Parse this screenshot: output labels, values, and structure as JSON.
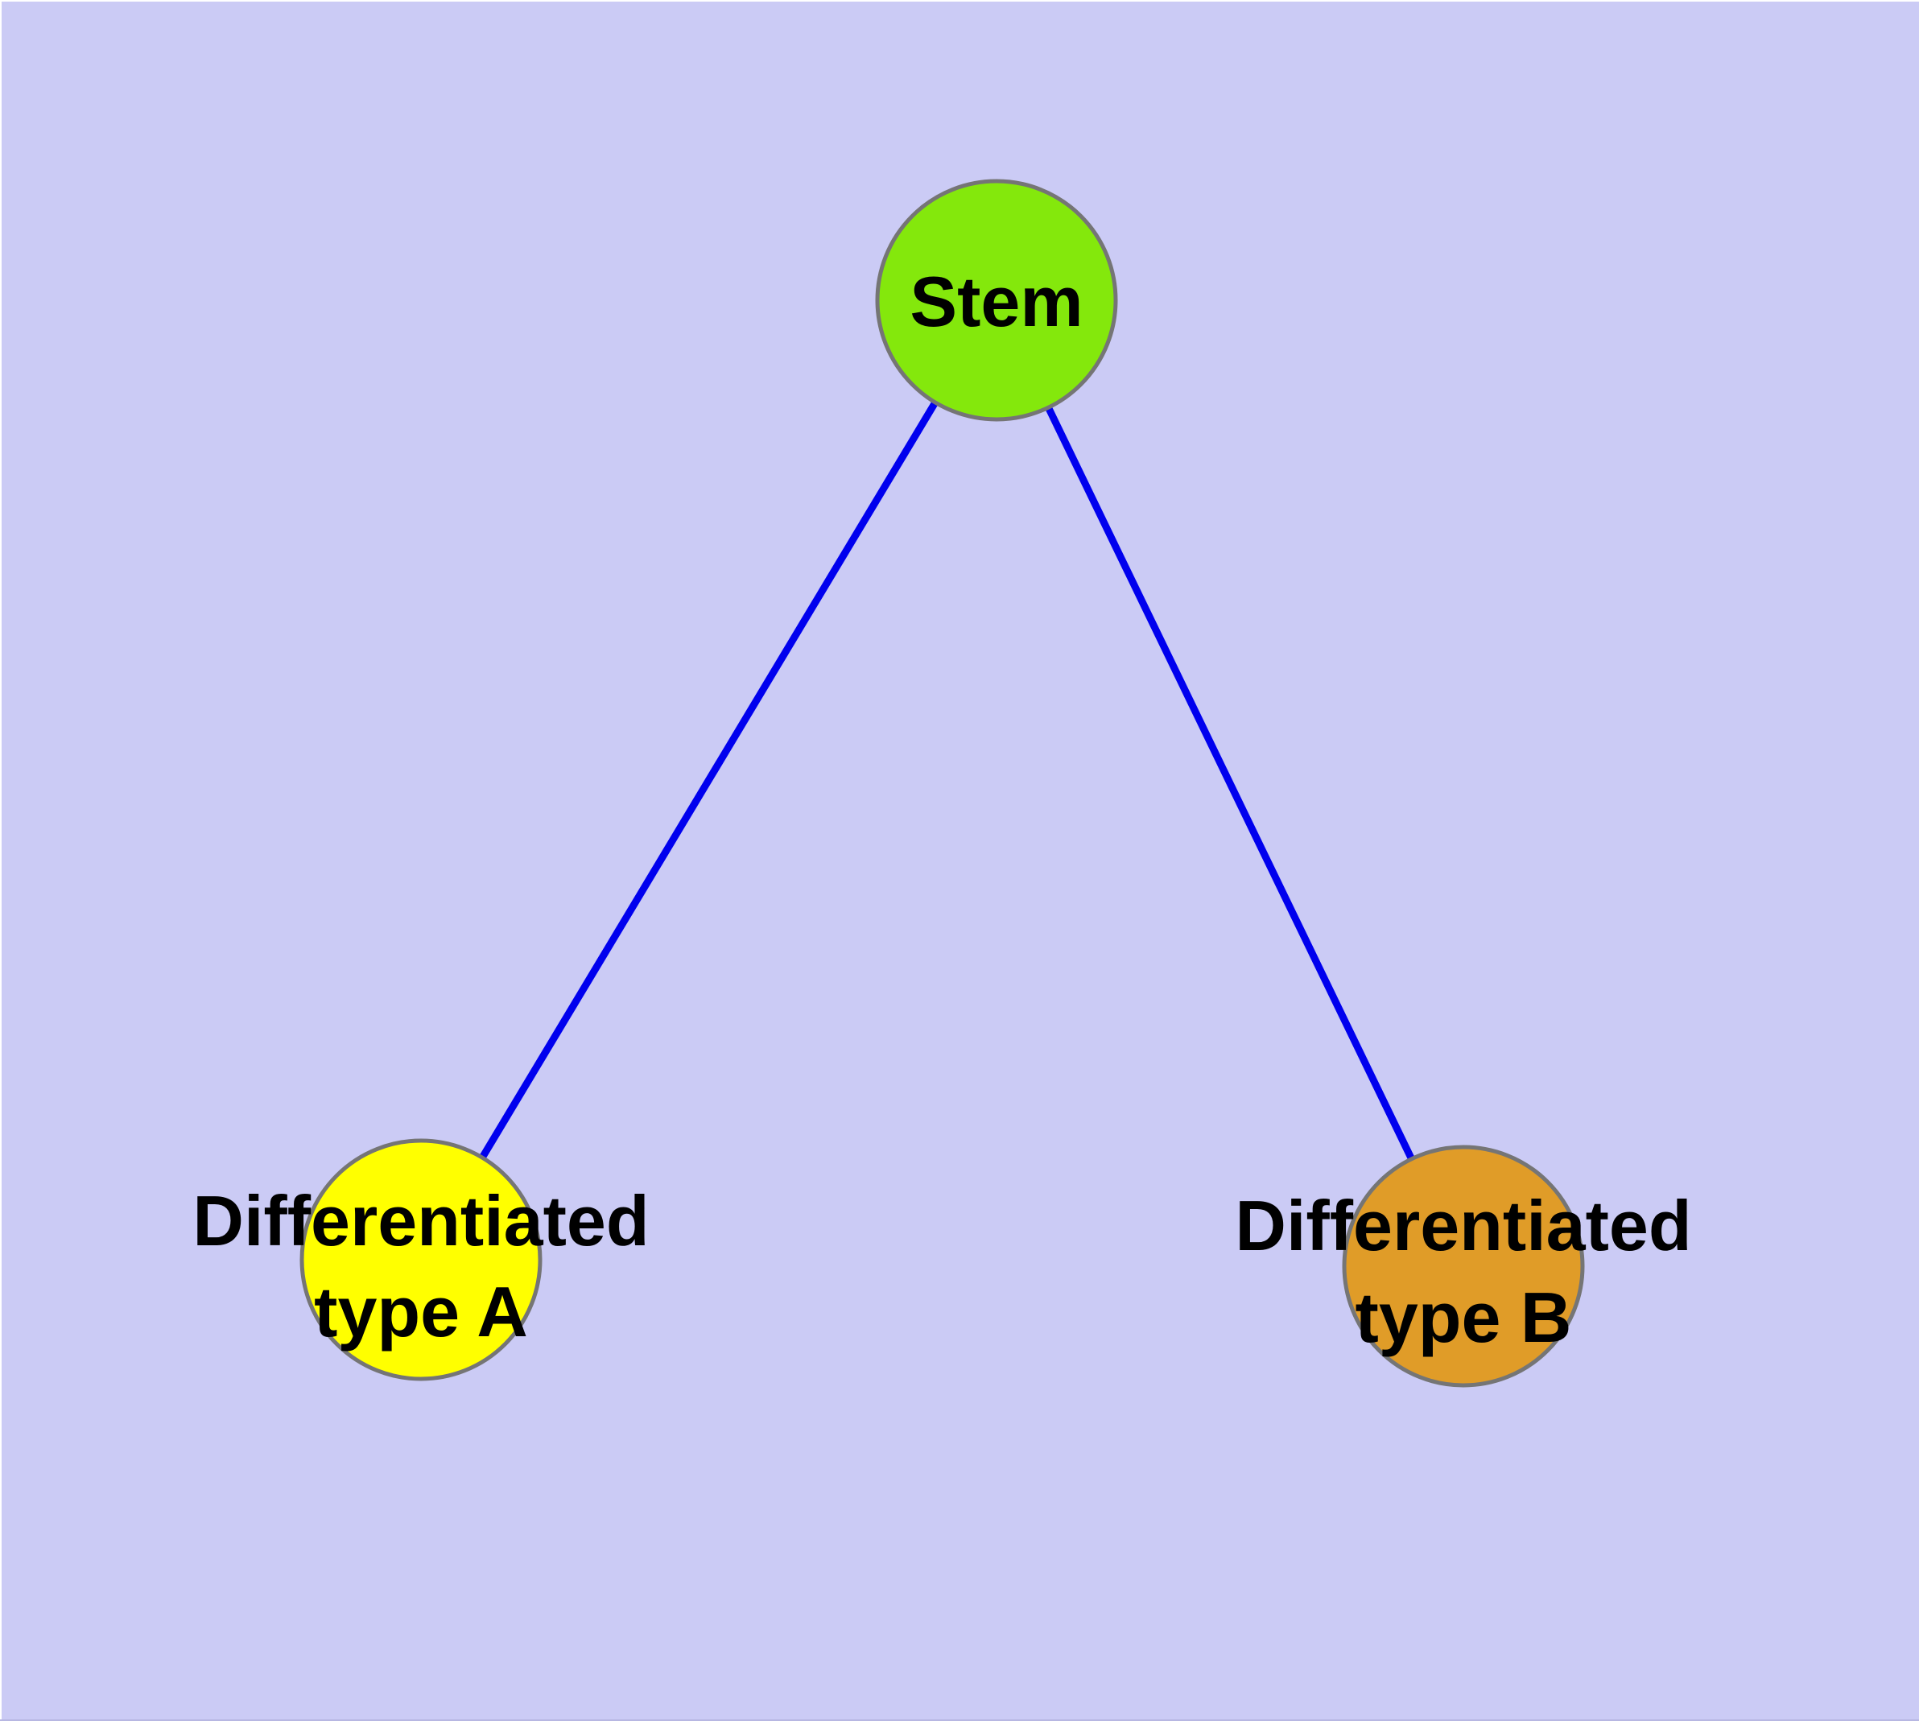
{
  "diagram": {
    "kind": "node-link-graph",
    "background_color": "#CBCBF5",
    "edge_color": "#0000EE",
    "node_border_color": "#757575",
    "nodes": [
      {
        "id": "stem",
        "label": "Stem",
        "label_lines": [
          "Stem"
        ],
        "fill": "#84E80C"
      },
      {
        "id": "differentiated-type-a",
        "label": "Differentiated type A",
        "label_lines": [
          "Differentiated",
          "type A"
        ],
        "fill": "#FFFF00"
      },
      {
        "id": "differentiated-type-b",
        "label": "Differentiated type B",
        "label_lines": [
          "Differentiated",
          "type B"
        ],
        "fill": "#E09C28"
      }
    ],
    "edges": [
      {
        "from": "Stem",
        "to": "Differentiated type A"
      },
      {
        "from": "Stem",
        "to": "Differentiated type B"
      }
    ]
  }
}
